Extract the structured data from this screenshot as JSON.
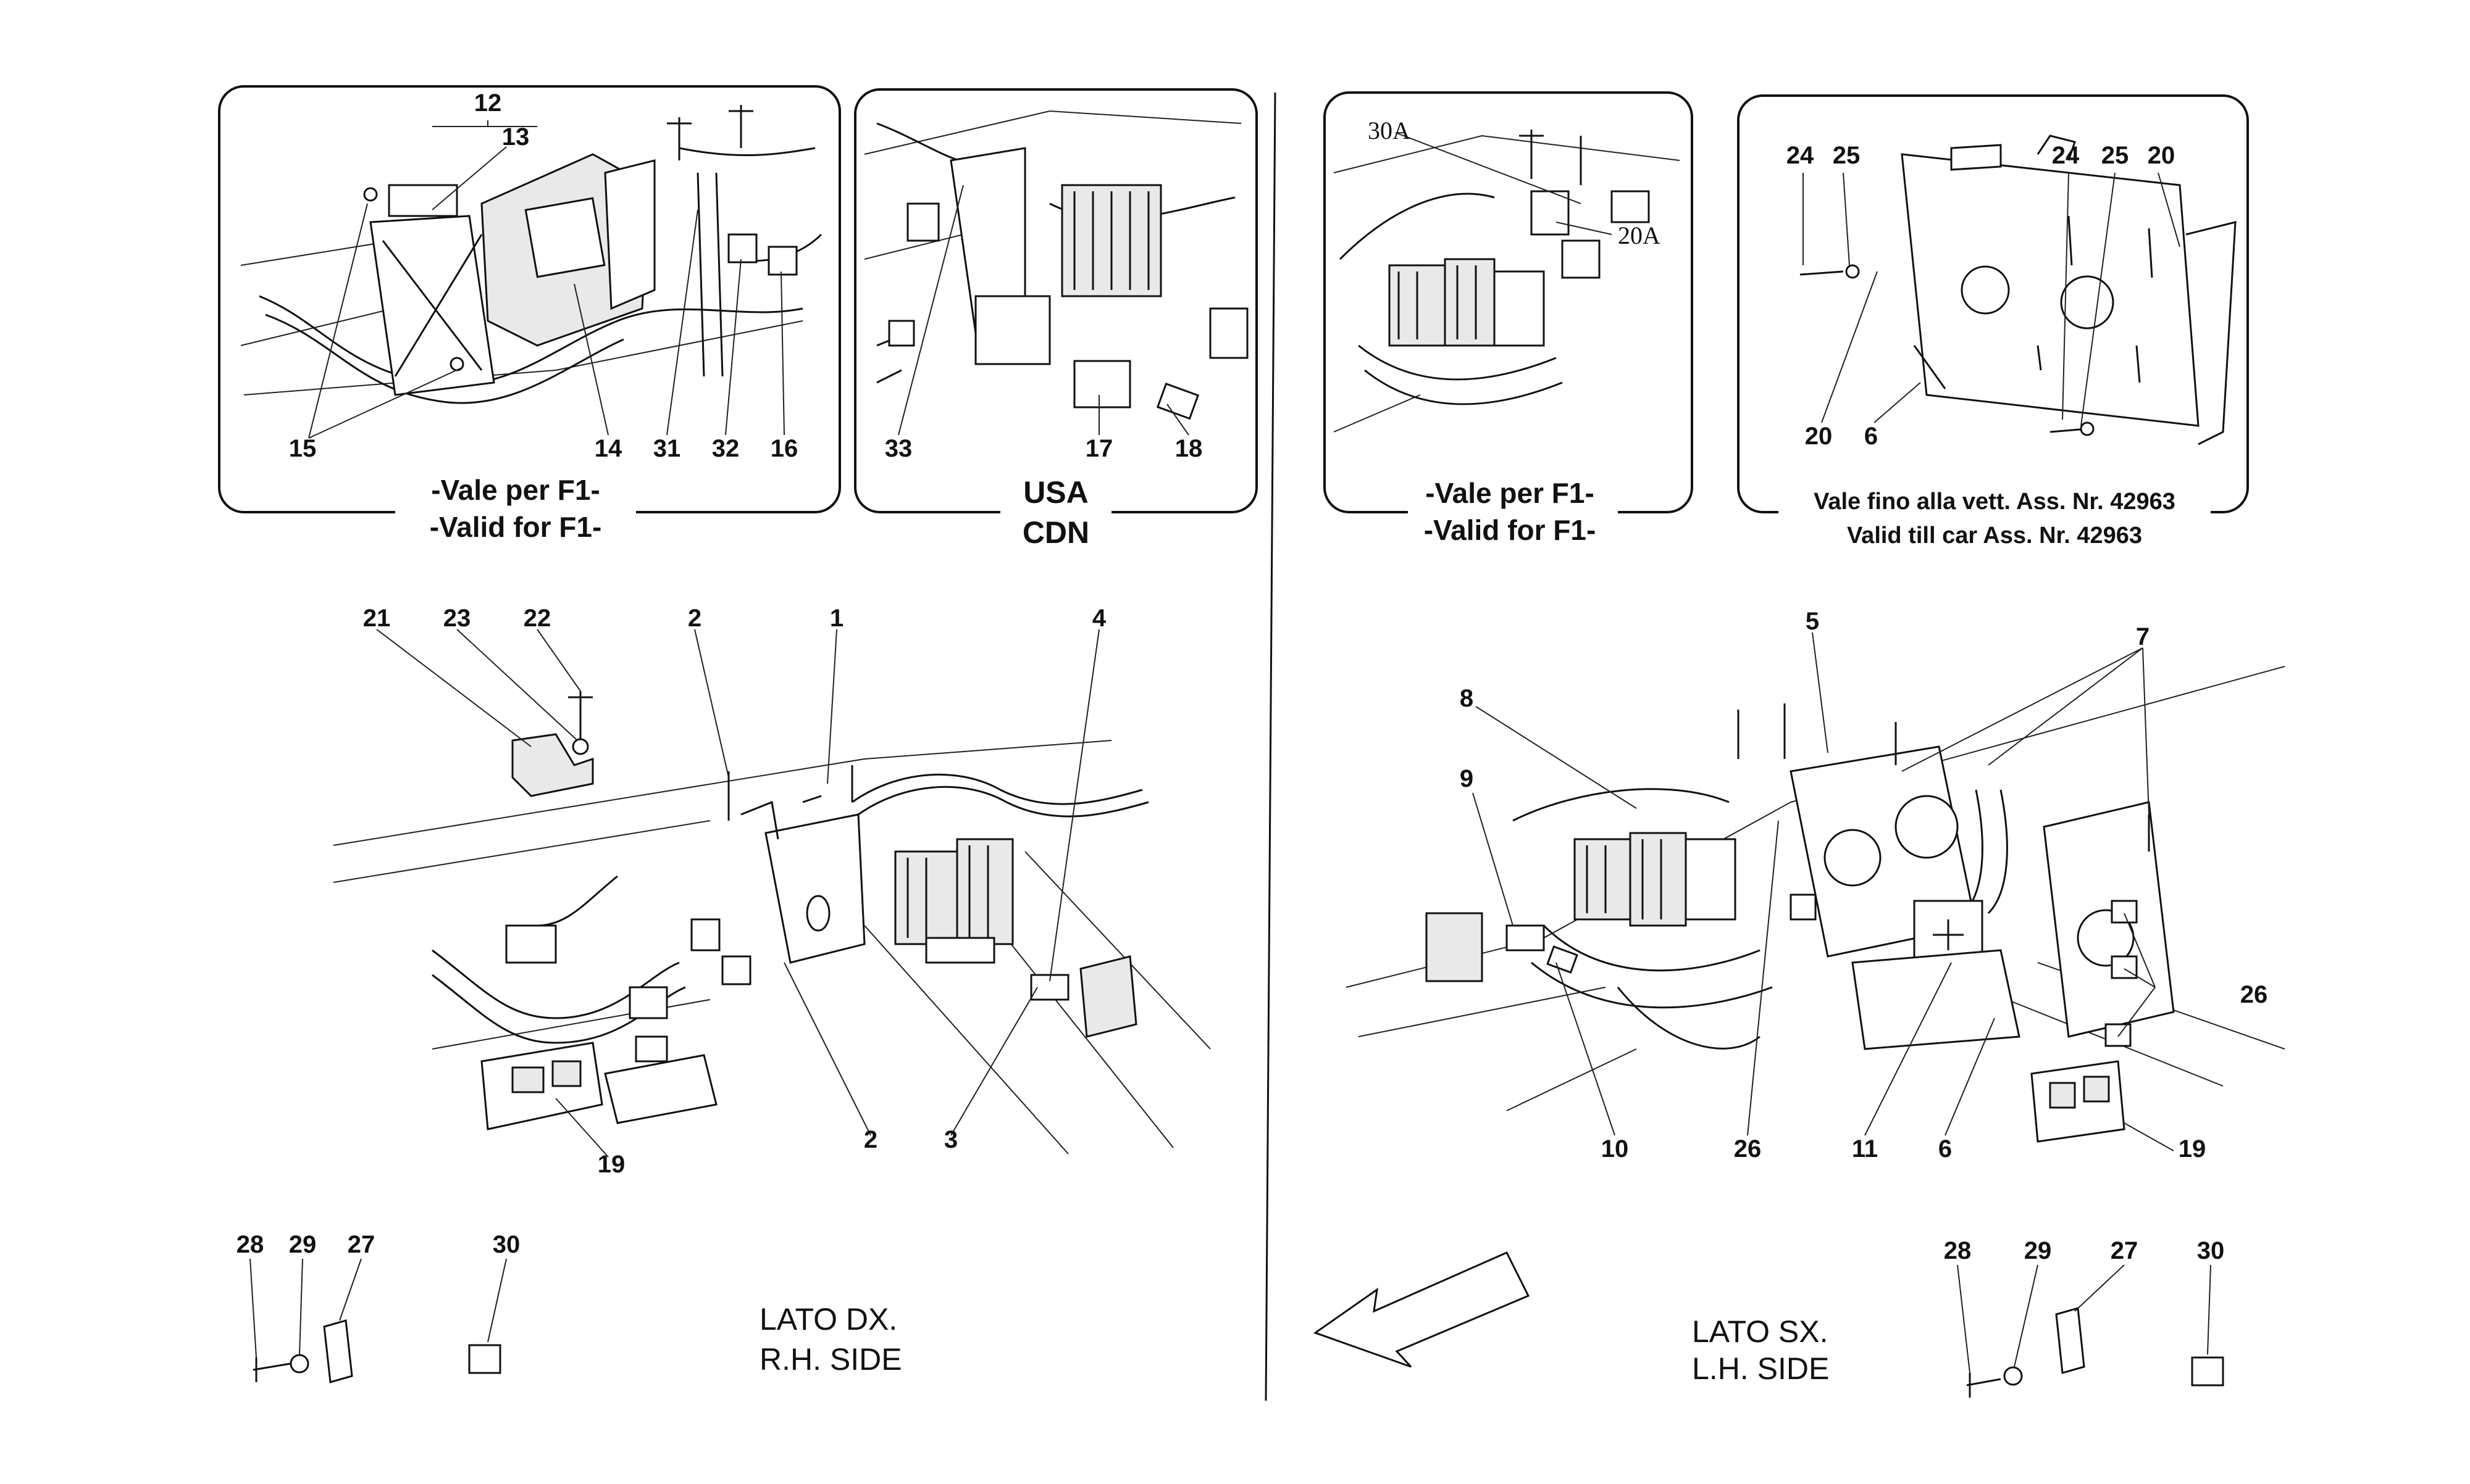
{
  "insets": {
    "f1_right": {
      "caption_it": "-Vale per F1-",
      "caption_en": "-Valid for F1-"
    },
    "usa_cdn": {
      "caption_1": "USA",
      "caption_2": "CDN"
    },
    "f1_left": {
      "caption_it": "-Vale per F1-",
      "caption_en": "-Valid for F1-"
    },
    "valid_till": {
      "caption_it": "Vale fino alla vett. Ass. Nr. 42963",
      "caption_en": "Valid till car Ass. Nr. 42963"
    }
  },
  "sides": {
    "right": {
      "line1": "LATO DX.",
      "line2": "R.H. SIDE"
    },
    "left": {
      "line1": "LATO SX.",
      "line2": "L.H. SIDE"
    }
  },
  "callouts": {
    "inset1": [
      "12",
      "13",
      "15",
      "14",
      "31",
      "32",
      "16"
    ],
    "inset2": [
      "33",
      "17",
      "18"
    ],
    "inset3": [
      "30A",
      "20A"
    ],
    "inset4": [
      "24",
      "25",
      "24",
      "25",
      "20",
      "20",
      "6"
    ],
    "rh": [
      "21",
      "23",
      "22",
      "2",
      "1",
      "4",
      "19",
      "2",
      "3"
    ],
    "lh": [
      "5",
      "7",
      "8",
      "9",
      "26",
      "10",
      "26",
      "11",
      "6",
      "19"
    ],
    "small_rh": [
      "28",
      "29",
      "27",
      "30"
    ],
    "small_lh": [
      "28",
      "29",
      "27",
      "30"
    ]
  },
  "icons": {
    "direction_arrow": "direction-arrow-icon"
  }
}
